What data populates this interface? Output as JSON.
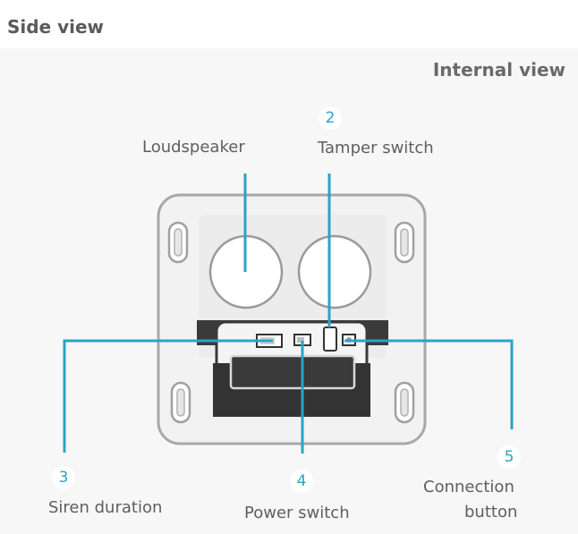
{
  "side_title": "Side view",
  "internal_title": "Internal view",
  "callouts": {
    "loudspeaker": {
      "label": "Loudspeaker"
    },
    "tamper": {
      "number": "2",
      "label": "Tamper switch"
    },
    "siren": {
      "number": "3",
      "label": "Siren duration"
    },
    "power": {
      "number": "4",
      "label": "Power switch"
    },
    "connection": {
      "number": "5",
      "label_line1": "Connection",
      "label_line2": "button"
    }
  },
  "colors": {
    "accent": "#2aa3c7",
    "device_outline": "#a0a0a0",
    "module_dark": "#3a3a3a"
  }
}
